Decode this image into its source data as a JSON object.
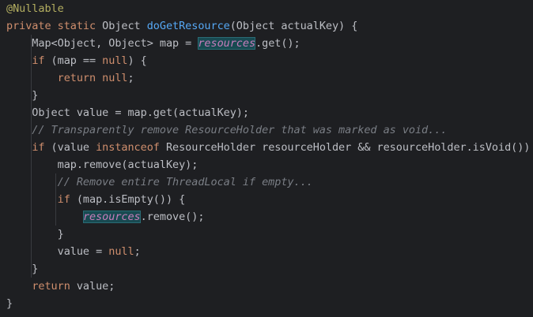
{
  "lines": [
    [
      {
        "t": "@Nullable",
        "c": "ann"
      }
    ],
    [
      {
        "t": "private static ",
        "c": "kw"
      },
      {
        "t": "Object ",
        "c": ""
      },
      {
        "t": "doGetResource",
        "c": "fn"
      },
      {
        "t": "(Object actualKey) {",
        "c": ""
      }
    ],
    [
      {
        "t": "    Map<Object, Object> map = ",
        "c": ""
      },
      {
        "t": "resources",
        "c": "fld hl"
      },
      {
        "t": ".get();",
        "c": ""
      }
    ],
    [
      {
        "t": "    ",
        "c": ""
      },
      {
        "t": "if ",
        "c": "kw"
      },
      {
        "t": "(map == ",
        "c": ""
      },
      {
        "t": "null",
        "c": "kw"
      },
      {
        "t": ") {",
        "c": ""
      }
    ],
    [
      {
        "t": "        ",
        "c": ""
      },
      {
        "t": "return null",
        "c": "kw"
      },
      {
        "t": ";",
        "c": ""
      }
    ],
    [
      {
        "t": "    }",
        "c": ""
      }
    ],
    [
      {
        "t": "    Object value = map.get(actualKey);",
        "c": ""
      }
    ],
    [
      {
        "t": "    // Transparently remove ResourceHolder that was marked as void...",
        "c": "cm"
      }
    ],
    [
      {
        "t": "    ",
        "c": ""
      },
      {
        "t": "if ",
        "c": "kw"
      },
      {
        "t": "(value ",
        "c": ""
      },
      {
        "t": "instanceof ",
        "c": "kw"
      },
      {
        "t": "ResourceHolder resourceHolder && resourceHolder.isVoid()) {",
        "c": ""
      }
    ],
    [
      {
        "t": "        map.remove(actualKey);",
        "c": ""
      }
    ],
    [
      {
        "t": "        // Remove entire ThreadLocal if empty...",
        "c": "cm"
      }
    ],
    [
      {
        "t": "        ",
        "c": ""
      },
      {
        "t": "if ",
        "c": "kw"
      },
      {
        "t": "(map.isEmpty()) {",
        "c": ""
      }
    ],
    [
      {
        "t": "            ",
        "c": ""
      },
      {
        "t": "resources",
        "c": "fld hl"
      },
      {
        "t": ".remove();",
        "c": ""
      }
    ],
    [
      {
        "t": "        }",
        "c": ""
      }
    ],
    [
      {
        "t": "        value = ",
        "c": ""
      },
      {
        "t": "null",
        "c": "kw"
      },
      {
        "t": ";",
        "c": ""
      }
    ],
    [
      {
        "t": "    }",
        "c": ""
      }
    ],
    [
      {
        "t": "    ",
        "c": ""
      },
      {
        "t": "return ",
        "c": "kw"
      },
      {
        "t": "value;",
        "c": ""
      }
    ],
    [
      {
        "t": "}",
        "c": ""
      }
    ]
  ],
  "colors": {
    "background": "#1e1f22",
    "text": "#bcbec4",
    "keyword": "#cf8e6d",
    "annotation": "#b3ae60",
    "method": "#56a8f5",
    "comment": "#7a7e85",
    "field": "#c77dbb",
    "highlight": "#184a51"
  }
}
